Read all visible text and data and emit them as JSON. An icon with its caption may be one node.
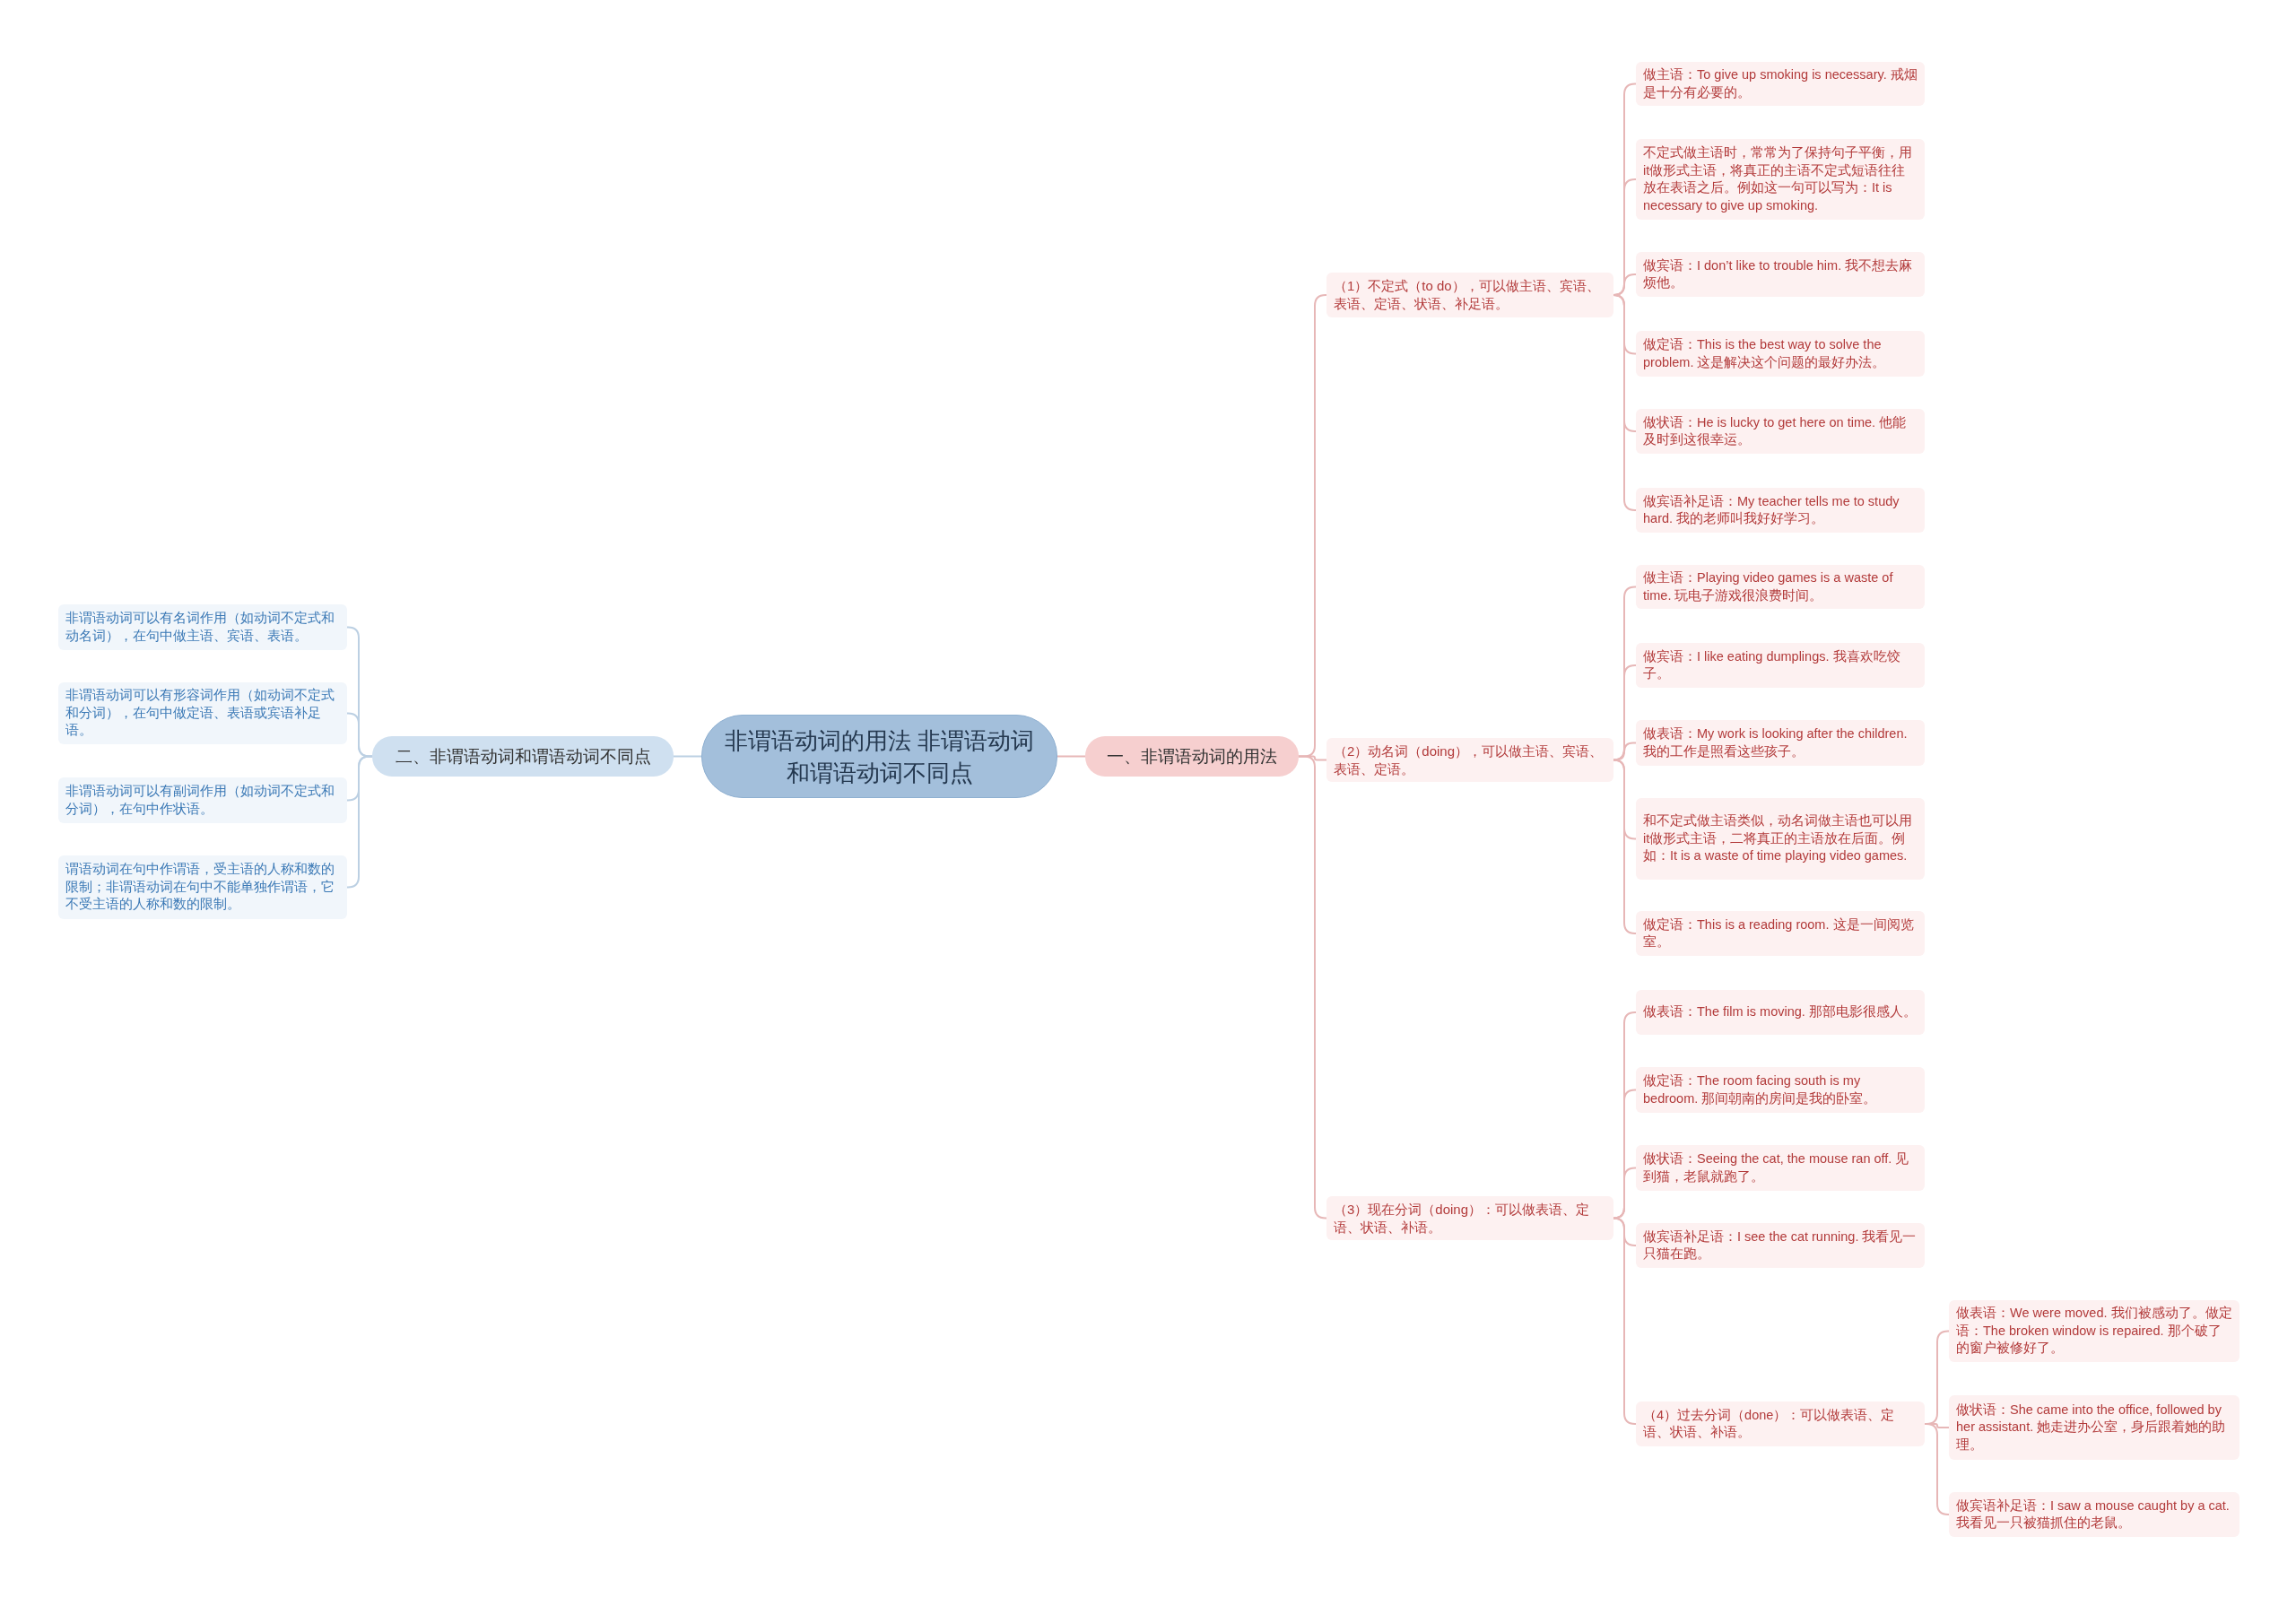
{
  "diagram": {
    "nodes": [
      {
        "text": [
          "非谓语动词的用法 非谓语动词和谓语动词不同点"
        ]
      },
      {
        "text": [
          "一、非谓语动词的用法"
        ]
      },
      {
        "text": [
          "（1）不定式（to do），可以做主语、宾语、表语、定语、状语、补足语。"
        ]
      },
      {
        "text": [
          "做主语：To give up smoking is necessary. 戒烟是十分有必要的。"
        ]
      },
      {
        "text": [
          "不定式做主语时，常常为了保持句子平衡，用it做形式主语，将真正的主语不定式短语往往放在表语之后。例如这一句可以写为：It is necessary to give up smoking."
        ]
      },
      {
        "text": [
          "做宾语：I don’t like to trouble him. 我不想去麻烦他。"
        ]
      },
      {
        "text": [
          "做定语：This is the best way to solve the problem. 这是解决这个问题的最好办法。"
        ]
      },
      {
        "text": [
          "做状语：He is lucky to get here on time. 他能及时到这很幸运。"
        ]
      },
      {
        "text": [
          "做宾语补足语：My teacher tells me to study hard. 我的老师叫我好好学习。"
        ]
      },
      {
        "text": [
          "（2）动名词（doing），可以做主语、宾语、表语、定语。"
        ]
      },
      {
        "text": [
          "做主语：Playing video games is a waste of time. 玩电子游戏很浪费时间。"
        ]
      },
      {
        "text": [
          "做宾语：I like eating dumplings. 我喜欢吃饺子。"
        ]
      },
      {
        "text": [
          "做表语：My work is looking after the children. 我的工作是照看这些孩子。"
        ]
      },
      {
        "text": [
          "和不定式做主语类似，动名词做主语也可以用it做形式主语，二将真正的主语放在后面。例如：It is a waste of time playing video games."
        ]
      },
      {
        "text": [
          "做定语：This is a reading room. 这是一间阅览室。"
        ]
      },
      {
        "text": [
          "（3）现在分词（doing）：可以做表语、定语、状语、补语。"
        ]
      },
      {
        "text": [
          "做表语：The film is moving. 那部电影很感人。"
        ]
      },
      {
        "text": [
          "做定语：The room facing south is my bedroom. 那间朝南的房间是我的卧室。"
        ]
      },
      {
        "text": [
          "做状语：Seeing the cat, the mouse ran off. 见到猫，老鼠就跑了。"
        ]
      },
      {
        "text": [
          "做宾语补足语：I see the cat running. 我看见一只猫在跑。"
        ]
      },
      {
        "text": [
          "（4）过去分词（done）：可以做表语、定语、状语、补语。"
        ]
      },
      {
        "text": [
          "做表语：We were moved. 我们被感动了。做定语：The broken window is repaired. 那个破了的窗户被修好了。"
        ]
      },
      {
        "text": [
          "做状语：She came into the office, followed by her assistant. 她走进办公室，身后跟着她的助理。"
        ]
      },
      {
        "text": [
          "做宾语补足语：I saw a mouse caught by a cat. 我看见一只被猫抓住的老鼠。"
        ]
      },
      {
        "text": [
          "二、非谓语动词和谓语动词不同点"
        ]
      },
      {
        "text": [
          "非谓语动词可以有名词作用（如动词不定式和动名词），在句中做主语、宾语、表语。"
        ]
      },
      {
        "text": [
          "非谓语动词可以有形容词作用（如动词不定式和分词），在句中做定语、表语或宾语补足语。"
        ]
      },
      {
        "text": [
          "非谓语动词可以有副词作用（如动词不定式和分词），在句中作状语。"
        ]
      },
      {
        "text": [
          "谓语动词在句中作谓语，受主语的人称和数的限制；非谓语动词在句中不能单独作谓语，它不受主语的人称和数的限制。"
        ]
      }
    ],
    "edges": [
      {
        "from": 0,
        "to": 1,
        "arrow": "none"
      },
      {
        "from": 1,
        "to": 2,
        "arrow": "none"
      },
      {
        "from": 2,
        "to": 3,
        "arrow": "none"
      },
      {
        "from": 2,
        "to": 4,
        "arrow": "none"
      },
      {
        "from": 2,
        "to": 5,
        "arrow": "none"
      },
      {
        "from": 2,
        "to": 6,
        "arrow": "none"
      },
      {
        "from": 2,
        "to": 7,
        "arrow": "none"
      },
      {
        "from": 2,
        "to": 8,
        "arrow": "none"
      },
      {
        "from": 1,
        "to": 9,
        "arrow": "none"
      },
      {
        "from": 9,
        "to": 10,
        "arrow": "none"
      },
      {
        "from": 9,
        "to": 11,
        "arrow": "none"
      },
      {
        "from": 9,
        "to": 12,
        "arrow": "none"
      },
      {
        "from": 9,
        "to": 13,
        "arrow": "none"
      },
      {
        "from": 9,
        "to": 14,
        "arrow": "none"
      },
      {
        "from": 1,
        "to": 15,
        "arrow": "none"
      },
      {
        "from": 15,
        "to": 16,
        "arrow": "none"
      },
      {
        "from": 15,
        "to": 17,
        "arrow": "none"
      },
      {
        "from": 15,
        "to": 18,
        "arrow": "none"
      },
      {
        "from": 15,
        "to": 19,
        "arrow": "none"
      },
      {
        "from": 15,
        "to": 20,
        "arrow": "none"
      },
      {
        "from": 20,
        "to": 21,
        "arrow": "none"
      },
      {
        "from": 20,
        "to": 22,
        "arrow": "none"
      },
      {
        "from": 20,
        "to": 23,
        "arrow": "none"
      },
      {
        "from": 0,
        "to": 24,
        "arrow": "none",
        "color": "#bcd0e3"
      },
      {
        "from": 24,
        "to": 25,
        "arrow": "none",
        "color": "#bcd0e3"
      },
      {
        "from": 24,
        "to": 26,
        "arrow": "none",
        "color": "#bcd0e3"
      },
      {
        "from": 24,
        "to": 27,
        "arrow": "none",
        "color": "#bcd0e3"
      },
      {
        "from": 24,
        "to": 28,
        "arrow": "none",
        "color": "#bcd0e3"
      }
    ]
  }
}
